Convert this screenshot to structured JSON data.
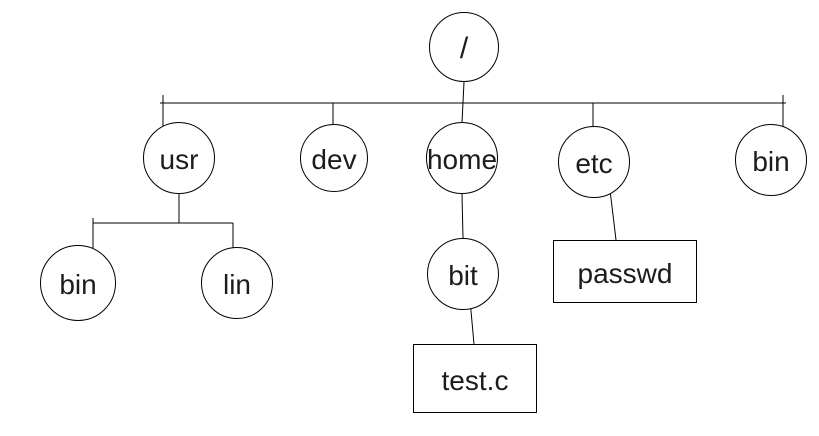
{
  "diagram": {
    "type": "tree",
    "nodes": {
      "root": {
        "label": "/",
        "shape": "circle"
      },
      "usr": {
        "label": "usr",
        "shape": "circle"
      },
      "dev": {
        "label": "dev",
        "shape": "circle"
      },
      "home": {
        "label": "home",
        "shape": "circle"
      },
      "etc": {
        "label": "etc",
        "shape": "circle"
      },
      "bin": {
        "label": "bin",
        "shape": "circle"
      },
      "usr_bin": {
        "label": "bin",
        "shape": "circle"
      },
      "usr_lin": {
        "label": "lin",
        "shape": "circle"
      },
      "home_bit": {
        "label": "bit",
        "shape": "circle"
      },
      "etc_passwd": {
        "label": "passwd",
        "shape": "rect"
      },
      "bit_testc": {
        "label": "test.c",
        "shape": "rect"
      }
    },
    "edges": [
      [
        "/",
        "usr"
      ],
      [
        "/",
        "dev"
      ],
      [
        "/",
        "home"
      ],
      [
        "/",
        "etc"
      ],
      [
        "/",
        "bin"
      ],
      [
        "usr",
        "bin"
      ],
      [
        "usr",
        "lin"
      ],
      [
        "home",
        "bit"
      ],
      [
        "bit",
        "test.c"
      ],
      [
        "etc",
        "passwd"
      ]
    ],
    "colors": {
      "stroke": "#000000",
      "background": "#ffffff",
      "text": "#1c1c1c"
    }
  }
}
